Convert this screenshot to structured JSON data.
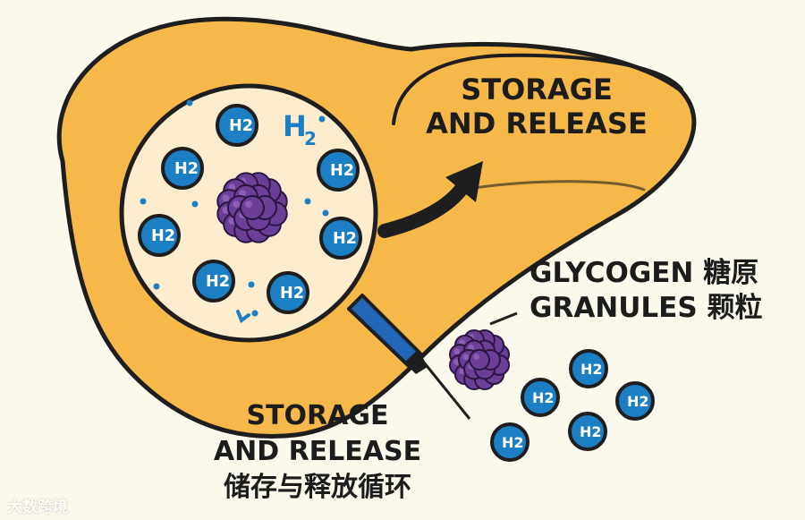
{
  "labels": {
    "top_line1": "STORAGE",
    "top_line2": "AND RELEASE",
    "glycogen_line1": "GLYCOGEN 糖原",
    "glycogen_line2": "GRANULES 颗粒",
    "bottom_line1": "STORAGE",
    "bottom_line2": "AND RELEASE",
    "bottom_zh": "储存与释放循环"
  },
  "molecule_label": "H2",
  "watermark": "大数跨境",
  "colors": {
    "background": "#fbf8ec",
    "liver": "#f6b949",
    "outline": "#1e1e1e",
    "magnifier_fill": "#fdeccd",
    "h2_blue": "#1c7fc4",
    "glycogen_purple": "#6b3f98",
    "needle_blue": "#2266b8"
  }
}
